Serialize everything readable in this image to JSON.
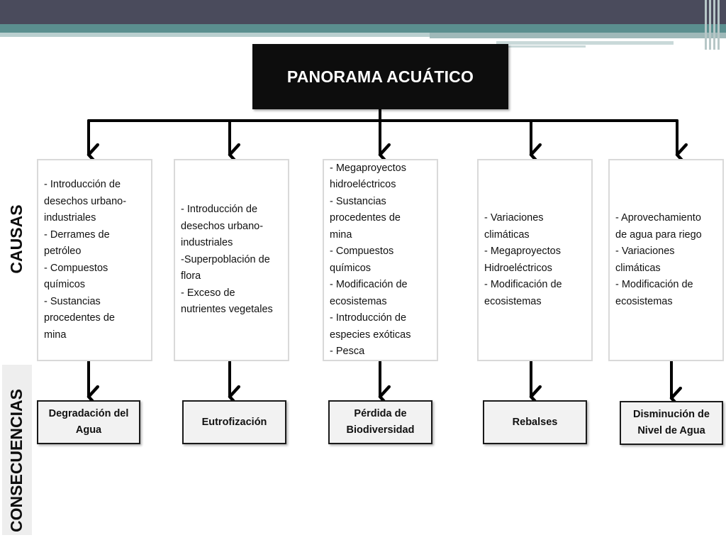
{
  "title": "PANORAMA ACUÁTICO",
  "side_labels": {
    "causes": "CAUSAS",
    "consequences": "CONSECUENCIAS"
  },
  "causes": [
    {
      "lines": [
        "- Introducción de",
        "desechos urbano-",
        "industriales",
        "- Derrames de",
        "petróleo",
        "- Compuestos",
        "químicos",
        "- Sustancias",
        "procedentes de",
        "mina"
      ]
    },
    {
      "lines": [
        "-  Introducción de",
        "desechos urbano-",
        "industriales",
        "-Superpoblación de",
        "flora",
        "- Exceso de",
        "nutrientes vegetales"
      ]
    },
    {
      "lines": [
        "- Megaproyectos",
        "hidroeléctricos",
        "- Sustancias",
        "procedentes de",
        "mina",
        "- Compuestos",
        "químicos",
        "- Modificación de",
        "ecosistemas",
        "- Introducción de",
        "especies exóticas",
        "- Pesca"
      ]
    },
    {
      "lines": [
        "- Variaciones",
        "climáticas",
        "- Megaproyectos",
        "Hidroeléctricos",
        "- Modificación de",
        "ecosistemas"
      ]
    },
    {
      "lines": [
        "- Aprovechamiento",
        "de agua para riego",
        "- Variaciones",
        "climáticas",
        "- Modificación de",
        "ecosistemas"
      ]
    }
  ],
  "consequences": [
    {
      "lines": [
        "Degradación del",
        "Agua"
      ]
    },
    {
      "lines": [
        "Eutrofización"
      ]
    },
    {
      "lines": [
        "Pérdida de",
        "Biodiversidad"
      ]
    },
    {
      "lines": [
        "Rebalses"
      ]
    },
    {
      "lines": [
        "Disminución de",
        "Nivel de Agua"
      ]
    }
  ],
  "colors": {
    "title_bg": "#0d0d0d",
    "header_dark": "#4a4b5c",
    "header_teal": "#5b8f8f",
    "cause_border": "#d9d9d9",
    "consequence_bg": "#f2f2f2"
  }
}
